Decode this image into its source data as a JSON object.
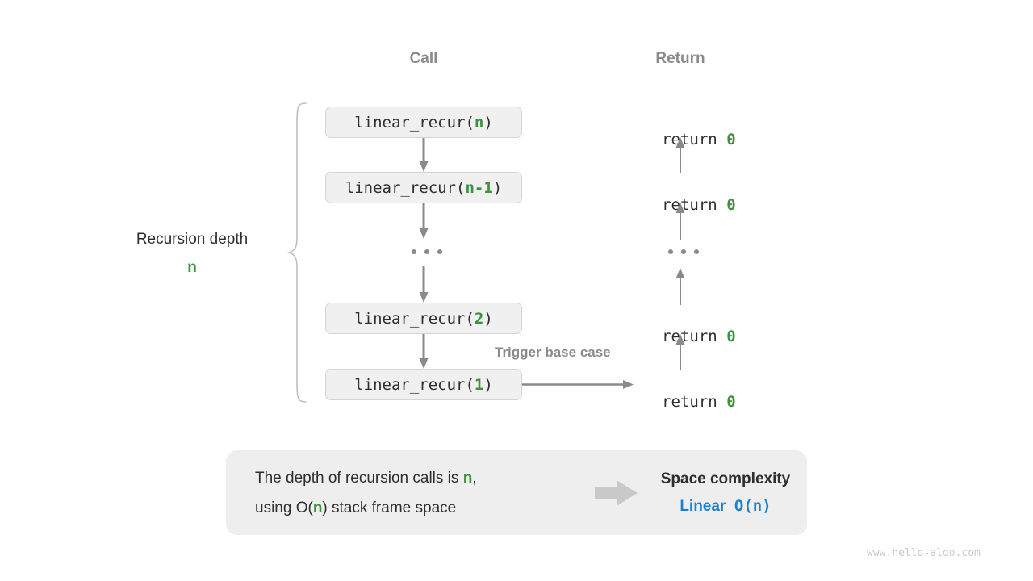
{
  "diagram": {
    "headers": {
      "call": "Call",
      "return": "Return"
    },
    "side_label": {
      "text": "Recursion depth",
      "variable": "n"
    },
    "call_stack": [
      {
        "prefix": "linear_recur(",
        "arg": "n",
        "suffix": ")"
      },
      {
        "prefix": "linear_recur(",
        "arg": "n-1",
        "suffix": ")"
      },
      {
        "ellipsis": "..."
      },
      {
        "prefix": "linear_recur(",
        "arg": "2",
        "suffix": ")"
      },
      {
        "prefix": "linear_recur(",
        "arg": "1",
        "suffix": ")"
      }
    ],
    "return_stack": [
      {
        "keyword": "return ",
        "value": "0"
      },
      {
        "keyword": "return ",
        "value": "0"
      },
      {
        "ellipsis": "..."
      },
      {
        "keyword": "return ",
        "value": "0"
      },
      {
        "keyword": "return ",
        "value": "0"
      }
    ],
    "trigger_label": "Trigger base case",
    "summary": {
      "line1_a": "The depth of recursion calls is ",
      "line1_var": "n",
      "line1_b": ",",
      "line2_a": "using O(",
      "line2_var": "n",
      "line2_b": ") stack frame space",
      "conclusion_title": "Space complexity",
      "conclusion_kind": "Linear",
      "conclusion_value": "O(n)"
    },
    "watermark": "www.hello-algo.com",
    "colors": {
      "accent_green": "#3f9142",
      "accent_blue": "#1a80d4",
      "gray_text": "#8a8a8a",
      "dark_text": "#2e2e2e",
      "box_fill": "#f0f0f0",
      "box_border": "#d4d4d4",
      "panel_fill": "#eeeeee",
      "arrow": "#8a8a8a"
    }
  }
}
